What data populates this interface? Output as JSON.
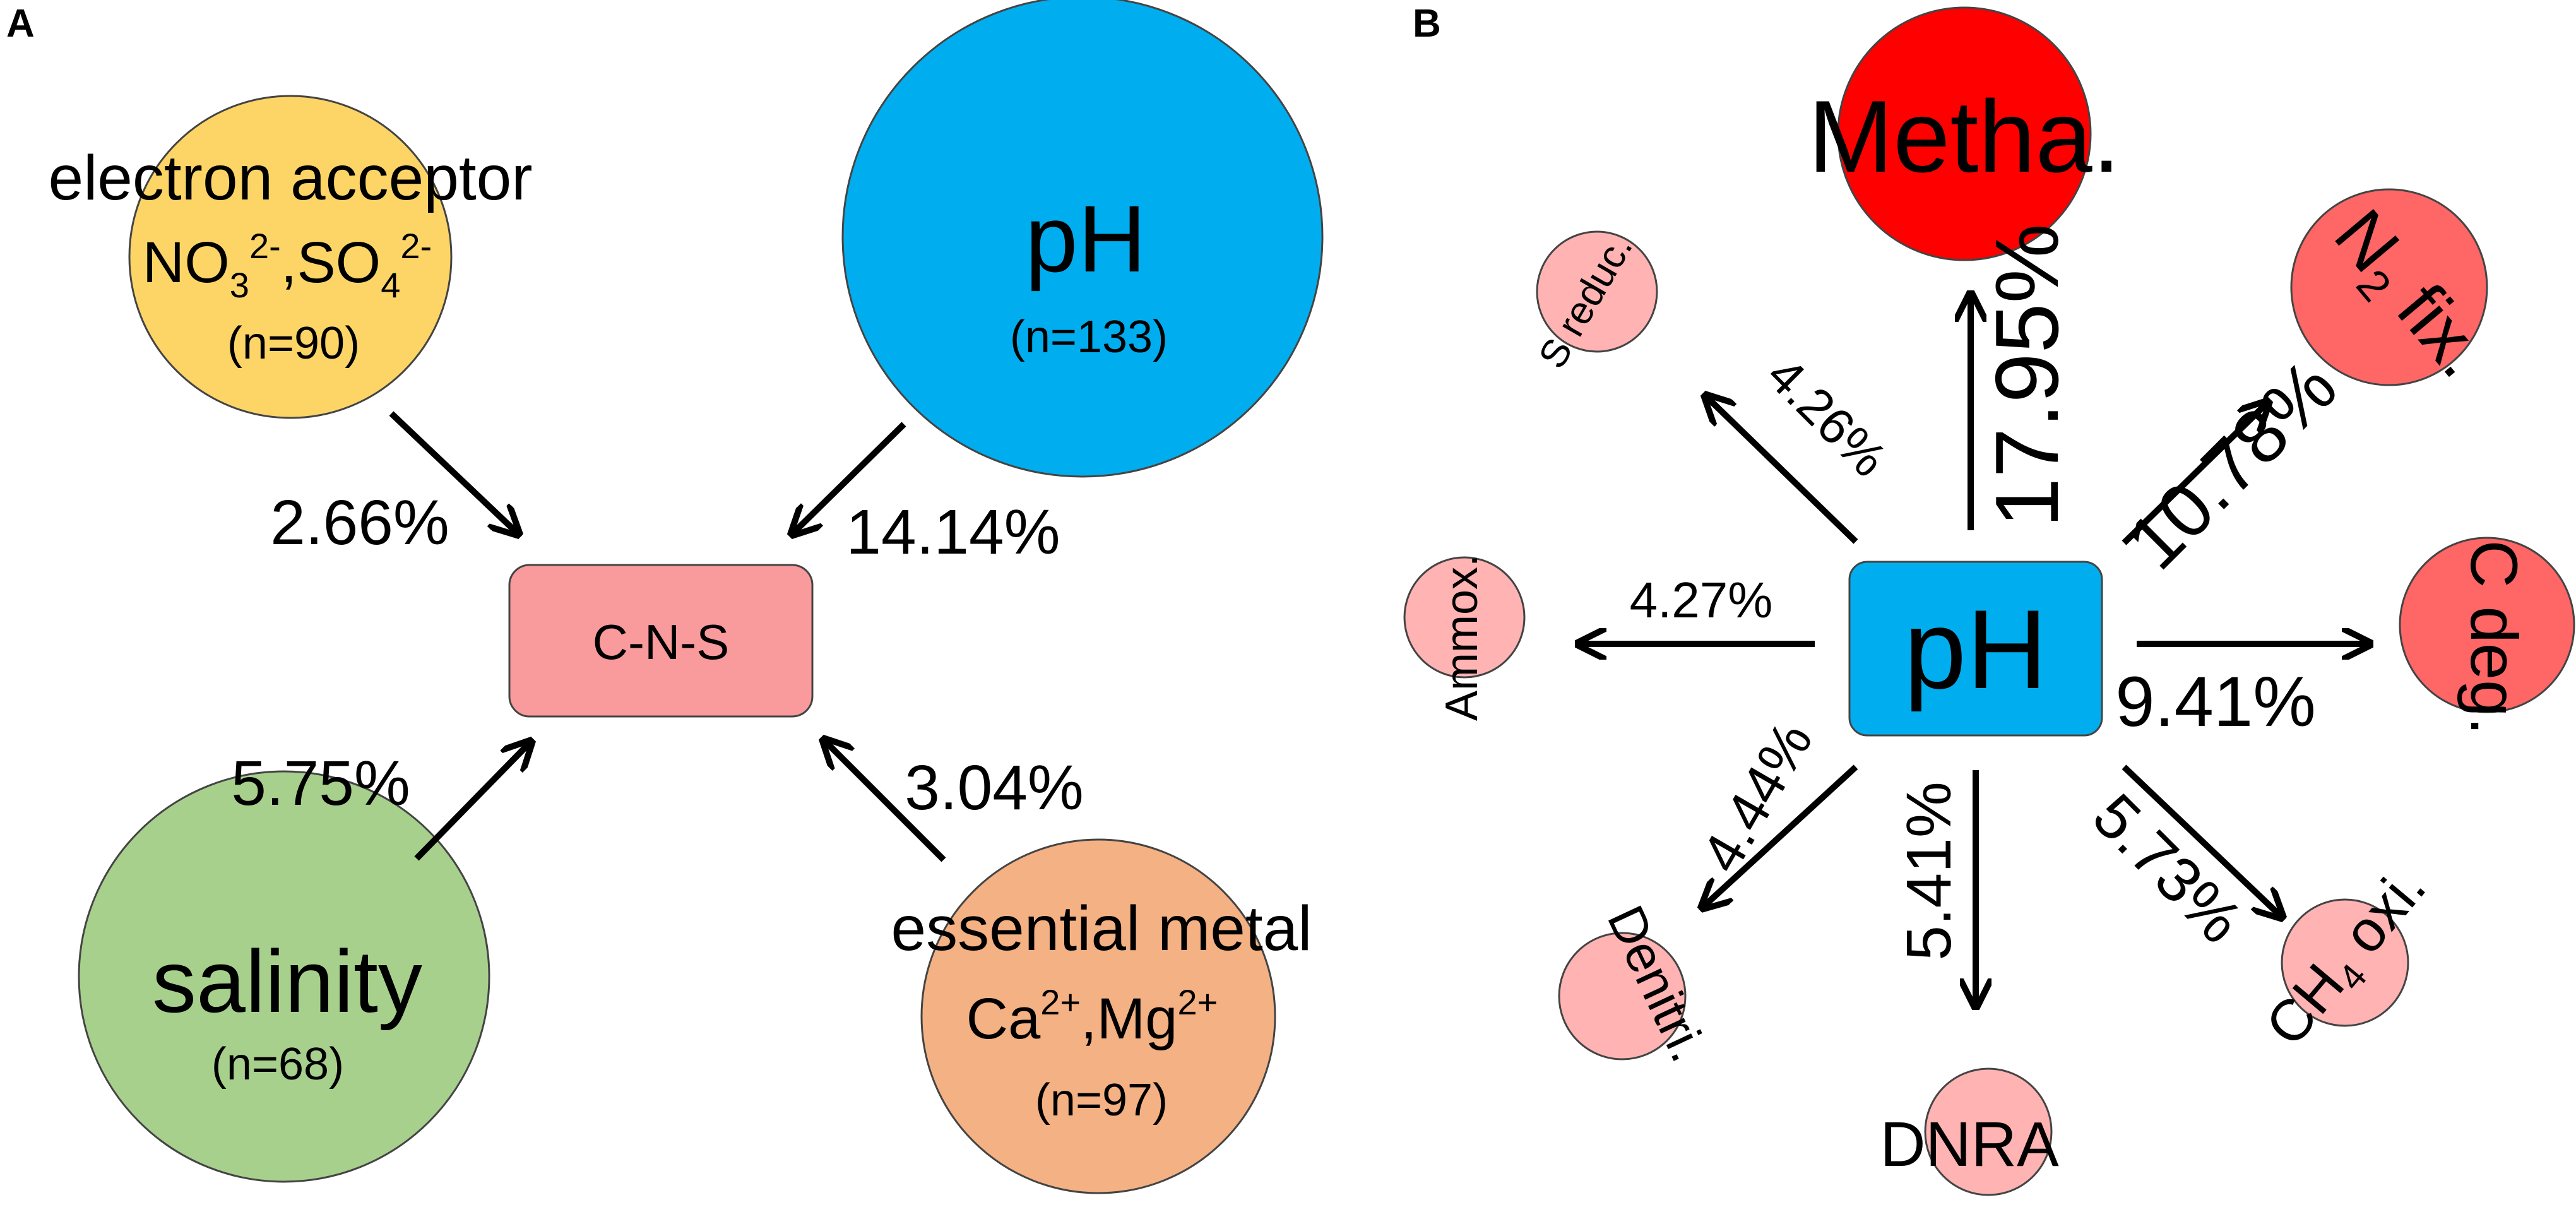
{
  "panel_a": {
    "letter": "A",
    "center": {
      "label": "C-N-S",
      "color": "#f99a9c"
    },
    "factors": [
      {
        "id": "electron",
        "title": "electron acceptor",
        "ion1": "NO",
        "ion1_sub": "3",
        "ion1_sup": "2-",
        "sep": ",",
        "ion2": "SO",
        "ion2_sub": "4",
        "ion2_sup": "2-",
        "n": "(n=90)",
        "color": "#fdd567",
        "value": "2.66%"
      },
      {
        "id": "ph",
        "title": "pH",
        "n": "(n=133)",
        "color": "#00aeef",
        "value": "14.14%"
      },
      {
        "id": "salinity",
        "title": "salinity",
        "n": "(n=68)",
        "color": "#a8d08d",
        "value": "5.75%"
      },
      {
        "id": "metal",
        "title": "essential metal",
        "ion1": "Ca",
        "ion1_sup": "2+",
        "sep": ",",
        "ion2": "Mg",
        "ion2_sup": "2+",
        "n": "(n=97)",
        "color": "#f4b183",
        "value": "3.04%"
      }
    ]
  },
  "panel_b": {
    "letter": "B",
    "center": {
      "label": "pH",
      "color": "#00aeef"
    },
    "processes": [
      {
        "id": "metha",
        "label": "Metha.",
        "value": "17.95%",
        "color": "#ff0000"
      },
      {
        "id": "n2fix",
        "label_n": "N",
        "label_sub": "2",
        "label_rest": " fix.",
        "value": "10.78%",
        "color": "#ff6666"
      },
      {
        "id": "cdeg",
        "label": "C deg.",
        "value": "9.41%",
        "color": "#ff6666"
      },
      {
        "id": "ch4oxi",
        "label_pre": "CH",
        "label_sub": "4",
        "label_rest": " oxi.",
        "value": "5.73%",
        "color": "#ffb3b3"
      },
      {
        "id": "dnra",
        "label": "DNRA",
        "value": "5.41%",
        "color": "#ffb3b3"
      },
      {
        "id": "denitri",
        "label": "Denitri.",
        "value": "4.44%",
        "color": "#ffb3b3"
      },
      {
        "id": "ammox",
        "label": "Ammox.",
        "value": "4.27%",
        "color": "#ffb3b3"
      },
      {
        "id": "sreduc",
        "label": "S reduc.",
        "value": "4.26%",
        "color": "#ffb3b3"
      }
    ]
  }
}
